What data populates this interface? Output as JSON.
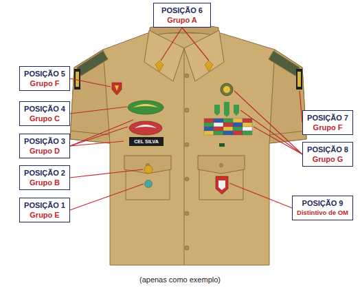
{
  "diagram": {
    "caption": "(apenas como exemplo)",
    "nodes": [
      {
        "text": [
          "POSIÇÃO 6",
          "Grupo A"
        ]
      },
      {
        "text": [
          "POSIÇÃO 5",
          "Grupo F"
        ]
      },
      {
        "text": [
          "POSIÇÃO 4",
          "Grupo C"
        ]
      },
      {
        "text": [
          "POSIÇÃO 3",
          "Grupo D"
        ]
      },
      {
        "text": [
          "POSIÇÃO 2",
          "Grupo B"
        ]
      },
      {
        "text": [
          "POSIÇÃO 1",
          "Grupo E"
        ]
      },
      {
        "text": [
          "CEL SILVA"
        ]
      },
      {
        "text": [
          "POSIÇÃO 7",
          "Grupo F"
        ]
      },
      {
        "text": [
          "POSIÇÃO 8",
          "Grupo G"
        ]
      },
      {
        "text": [
          "POSIÇÃO 9",
          "Distintivo de OM"
        ]
      }
    ]
  }
}
